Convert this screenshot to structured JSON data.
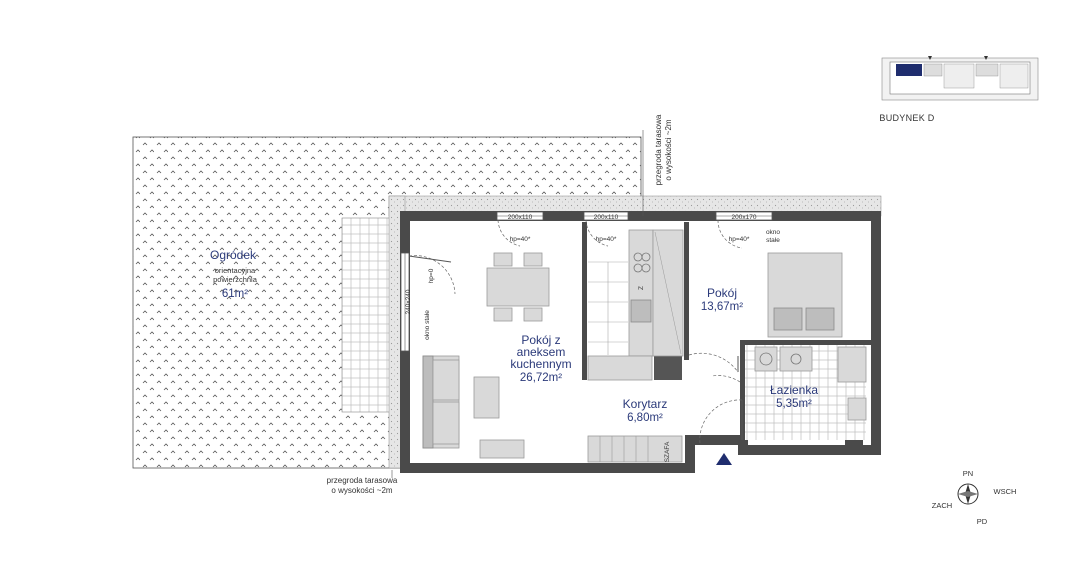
{
  "building": "BUDYNEK D",
  "rooms": {
    "garden": {
      "name": "Ogródek",
      "note_line1": "orientacyjna",
      "note_line2": "powierzchnia",
      "area": "61m²"
    },
    "living": {
      "name_line1": "Pokój z",
      "name_line2": "aneksem",
      "name_line3": "kuchennym",
      "area": "26,72m²"
    },
    "bedroom": {
      "name": "Pokój",
      "area": "13,67m²"
    },
    "corridor": {
      "name": "Korytarz",
      "area": "6,80m²"
    },
    "bathroom": {
      "name": "Łazienka",
      "area": "5,35m²"
    }
  },
  "windows": {
    "w1": {
      "size": "200x110",
      "hp": "hp=40*"
    },
    "w2": {
      "size": "200x110",
      "hp": "hp=40*"
    },
    "w3": {
      "size": "200x170",
      "hp": "hp=40*",
      "note_line1": "okno",
      "note_line2": "stałe"
    },
    "w4": {
      "size": "240x240",
      "hp": "hp=0",
      "note": "okno stałe"
    }
  },
  "partition_top": {
    "line1": "przegroda tarasowa",
    "line2": "o wysokości ~2m"
  },
  "partition_bottom": {
    "line1": "przegroda tarasowa",
    "line2": "o wysokości ~2m"
  },
  "kitchen_mark": "Z",
  "cabinet_mark": "SZAFA",
  "compass": {
    "north": "PN",
    "south": "PD",
    "east": "WSCH",
    "west": "ZACH"
  },
  "colors": {
    "label_blue": "#2b3a7a",
    "wall": "#4a4a4a",
    "furniture": "#d9d9d9",
    "entrance": "#1f2d6e"
  }
}
